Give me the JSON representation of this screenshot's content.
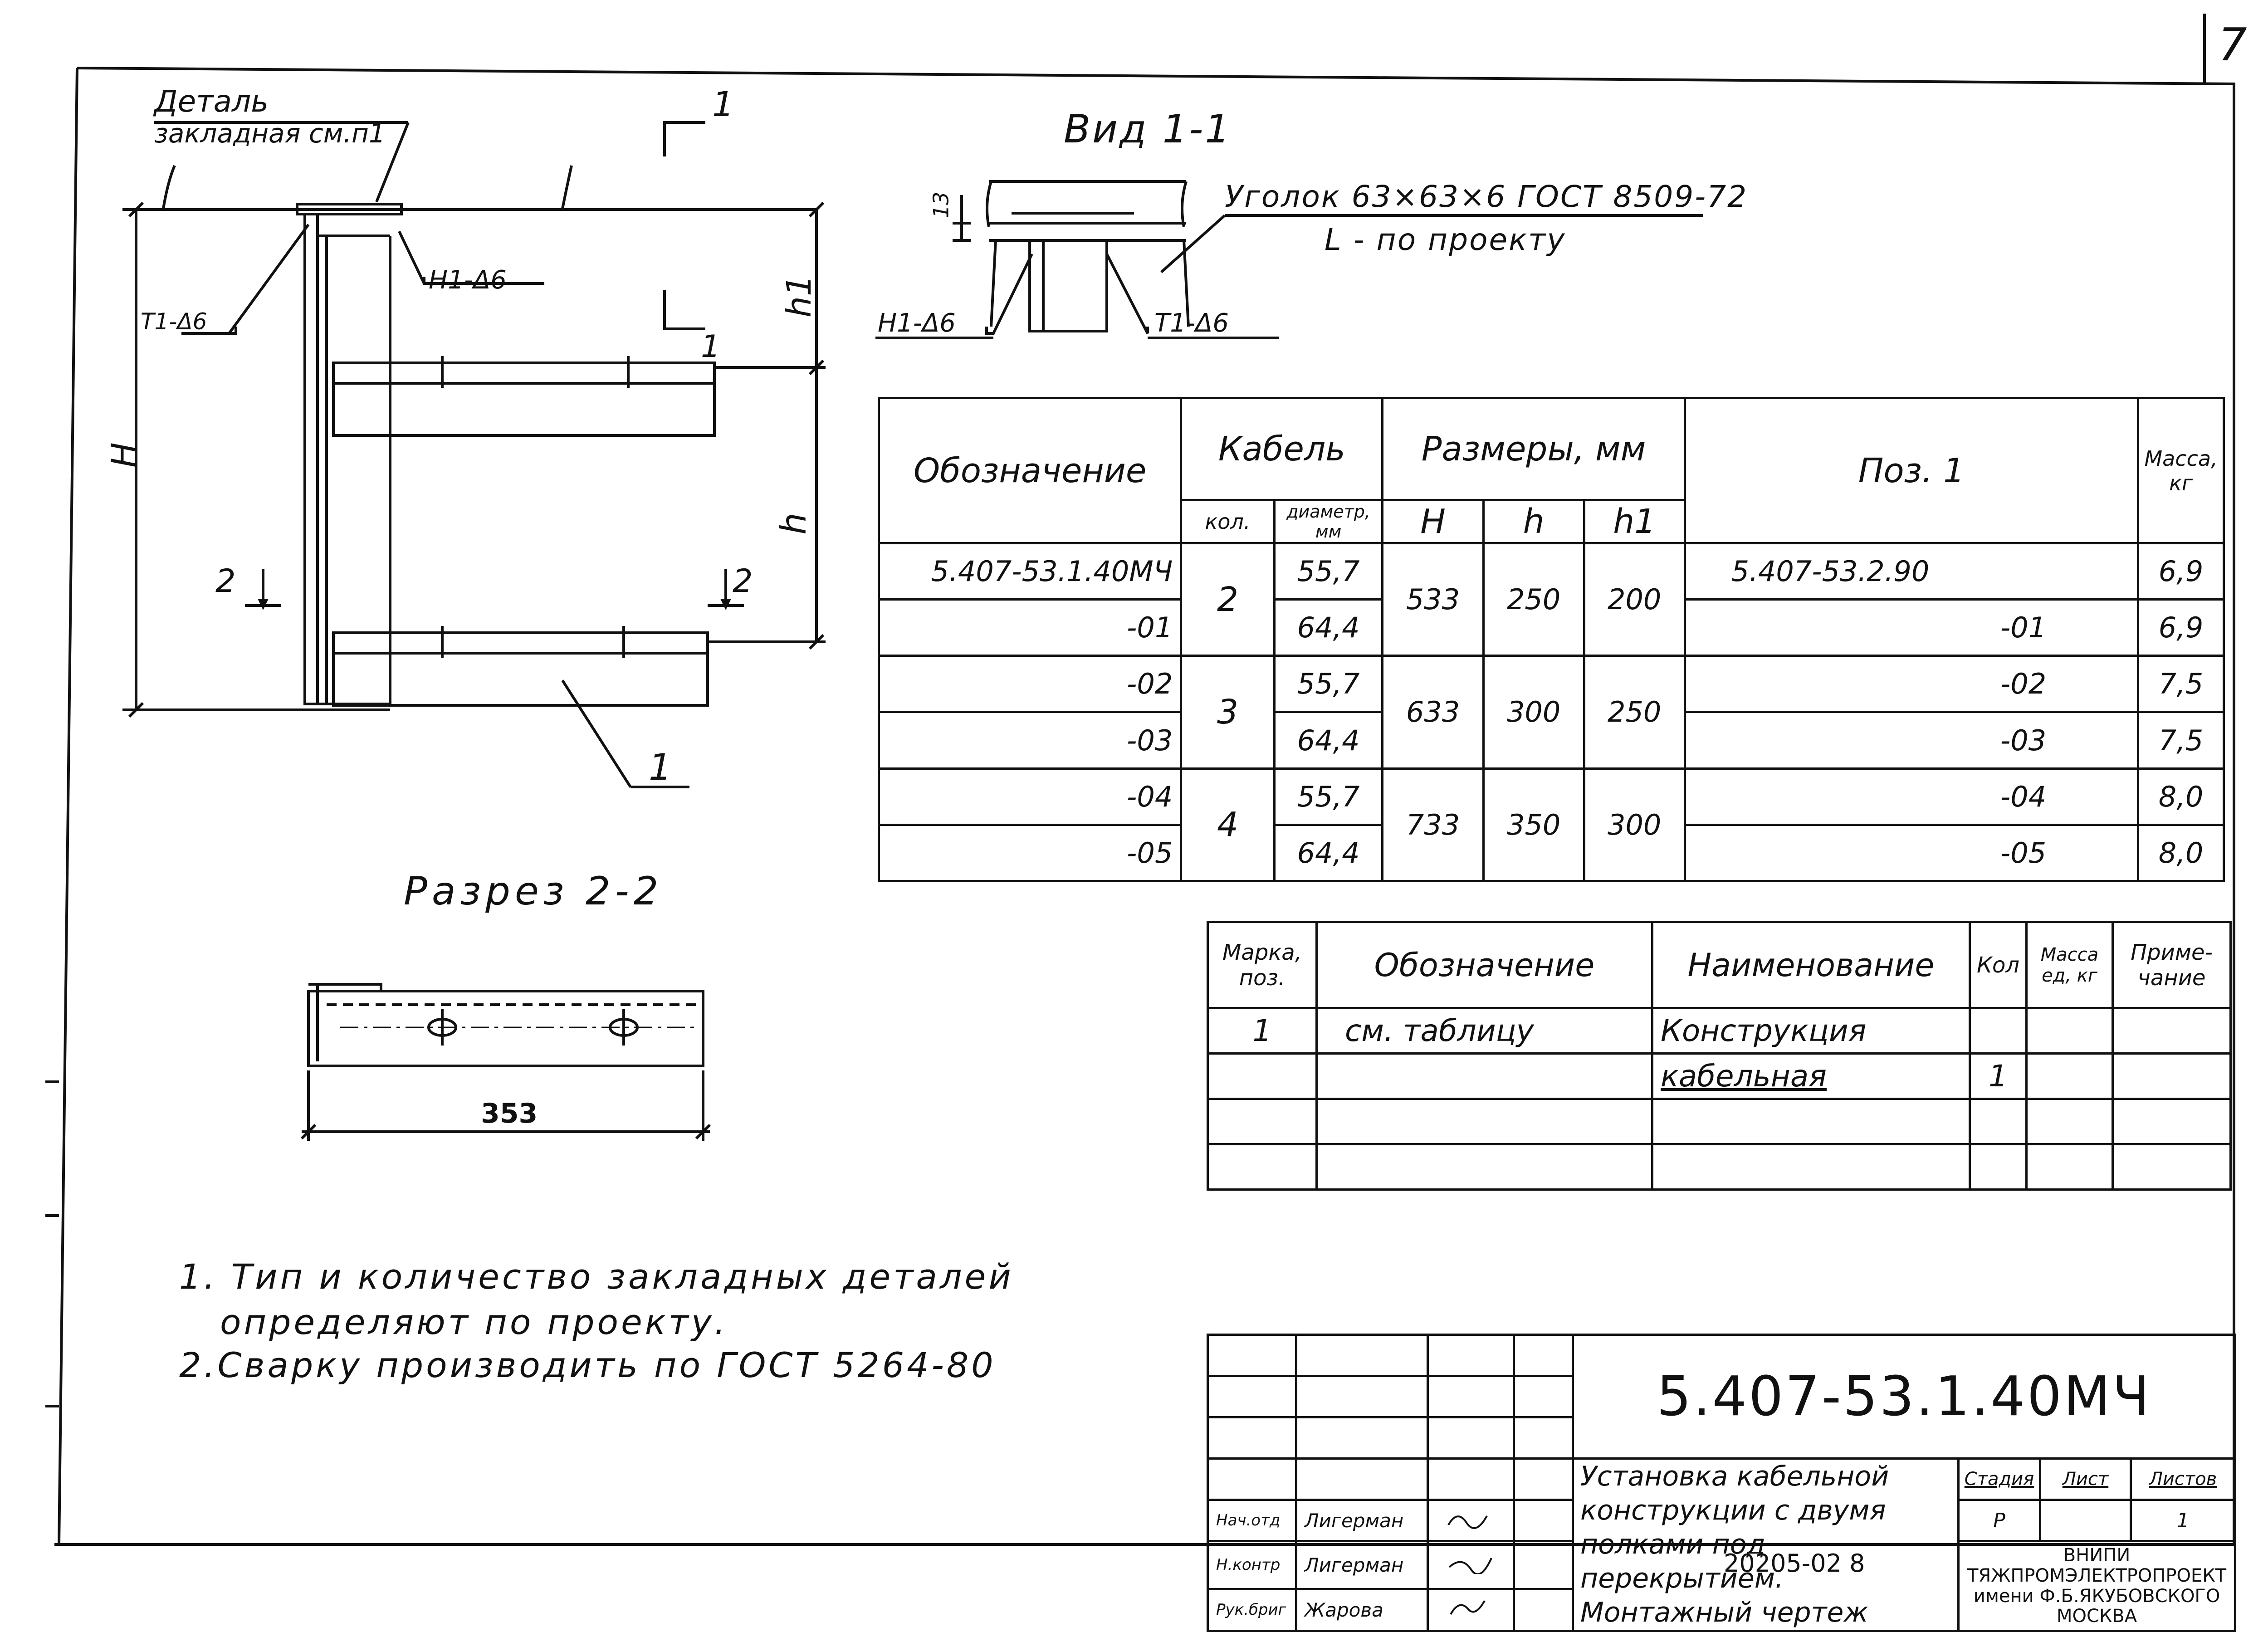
{
  "sheet": {
    "page_number": "7",
    "bottom_stamp": "20205-02   8"
  },
  "drawing": {
    "embed_label_1": "Деталь",
    "embed_label_2": "закладная см.п1",
    "label_h_total": "H",
    "label_h": "h",
    "label_h1": "h1",
    "weld_t1": "T1-Δ6",
    "weld_h1": "H1-Δ6",
    "section_1": "1",
    "section_2": "2",
    "pos_1": "1",
    "view_title": "Вид 1-1",
    "view_dim": "13",
    "view_weld_h1": "H1-Δ6",
    "view_weld_t1": "T1-Δ6",
    "angle_label": "Уголок 63×63×6 ГОСТ 8509-72",
    "angle_length": "L - по проекту",
    "section_title": "Разрез 2-2",
    "section_dim": "353"
  },
  "main_table": {
    "headers": {
      "designation": "Обозначение",
      "cable": "Кабель",
      "qty": "кол.",
      "diameter": "диаметр, мм",
      "sizes": "Размеры, мм",
      "H": "H",
      "h": "h",
      "h1": "h1",
      "pos1": "Поз. 1",
      "mass": "Масса, кг"
    },
    "rows": [
      {
        "designation": "5.407-53.1.40МЧ",
        "diameter": "55,7",
        "pos1": "5.407-53.2.90",
        "mass": "6,9"
      },
      {
        "designation": "-01",
        "diameter": "64,4",
        "pos1": "-01",
        "mass": "6,9"
      },
      {
        "designation": "-02",
        "diameter": "55,7",
        "pos1": "-02",
        "mass": "7,5"
      },
      {
        "designation": "-03",
        "diameter": "64,4",
        "pos1": "-03",
        "mass": "7,5"
      },
      {
        "designation": "-04",
        "diameter": "55,7",
        "pos1": "-04",
        "mass": "8,0"
      },
      {
        "designation": "-05",
        "diameter": "64,4",
        "pos1": "-05",
        "mass": "8,0"
      }
    ],
    "groups": [
      {
        "qty": "2",
        "H": "533",
        "h": "250",
        "h1": "200"
      },
      {
        "qty": "3",
        "H": "633",
        "h": "300",
        "h1": "250"
      },
      {
        "qty": "4",
        "H": "733",
        "h": "350",
        "h1": "300"
      }
    ]
  },
  "spec_table": {
    "headers": {
      "mark": "Марка, поз.",
      "designation": "Обозначение",
      "name": "Наименование",
      "qty": "Кол",
      "mass": "Масса ед, кг",
      "note": "Приме- чание"
    },
    "row": {
      "mark": "1",
      "designation": "см. таблицу",
      "name_1": "Конструкция",
      "name_2": "кабельная",
      "qty": "1"
    }
  },
  "notes": [
    "1. Тип и количество закладных деталей",
    "определяют по проекту.",
    "2.Сварку производить по ГОСТ 5264-80"
  ],
  "title_block": {
    "doc_code": "5.407-53.1.40МЧ",
    "title_lines": [
      "Установка кабельной",
      "конструкции с двумя",
      "полками под перекрытием.",
      "Монтажный чертеж"
    ],
    "stage_label": "Стадия",
    "sheet_label": "Лист",
    "sheets_label": "Листов",
    "stage": "Р",
    "sheets": "1",
    "org_lines": [
      "ВНИПИ",
      "ТЯЖПРОМЭЛЕКТРОПРОЕКТ",
      "имени Ф.Б.ЯКУБОВСКОГО",
      "МОСКВА"
    ],
    "signers": [
      {
        "role": "Нач.отд",
        "name": "Лигерман"
      },
      {
        "role": "Н.контр",
        "name": "Лигерман"
      },
      {
        "role": "Рук.бриг",
        "name": "Жарова"
      }
    ]
  }
}
